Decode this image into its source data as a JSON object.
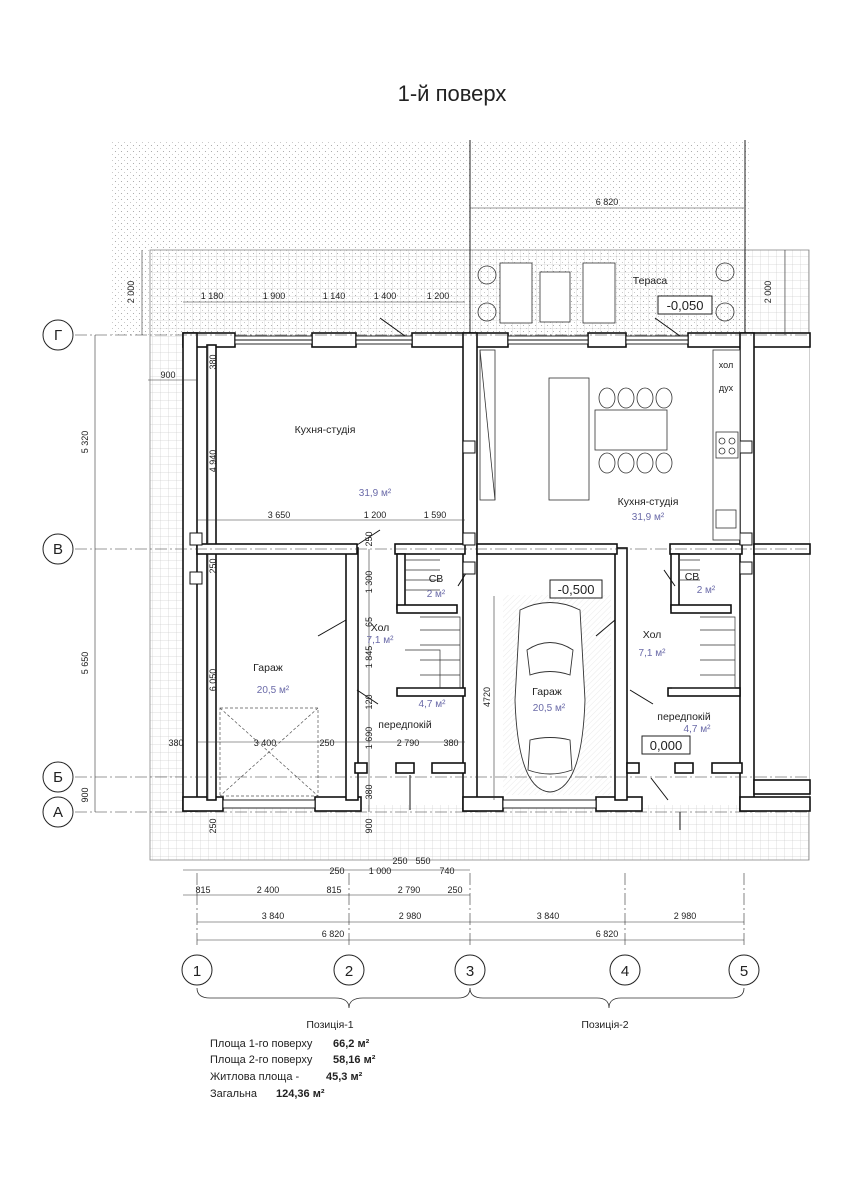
{
  "title": "1-й поверх",
  "levels": {
    "terrace": "-0,050",
    "garage": "-0,500",
    "ground": "0,000"
  },
  "rooms": {
    "terasa": "Тераса",
    "kitchen_left": "Кухня-студія",
    "kitchen_left_area": "31,9 м²",
    "kitchen_right": "Кухня-студія",
    "kitchen_right_area": "31,9 м²",
    "garage_left": "Гараж",
    "garage_left_area": "20,5 м²",
    "garage_right": "Гараж",
    "garage_right_area": "20,5 м²",
    "hall_left": "Хол",
    "hall_left_area": "7,1 м²",
    "hall_right": "Хол",
    "hall_right_area": "7,1 м²",
    "wc_left": "СВ",
    "wc_left_area": "2 м²",
    "wc_right": "СВ",
    "wc_right_area": "2 м²",
    "vestibule_left": "передпокій",
    "vestibule_left_area": "4,7 м²",
    "vestibule_right": "передпокій",
    "vestibule_right_area": "4,7 м²",
    "fridge_1": "хол",
    "fridge_2": "дух"
  },
  "axes_rows": [
    "Г",
    "В",
    "Б",
    "А"
  ],
  "axes_cols": [
    "1",
    "2",
    "3",
    "4",
    "5"
  ],
  "positions": [
    "Позиція-1",
    "Позиція-2"
  ],
  "dims": {
    "top_total": "6 820",
    "top_chain": [
      "1 180",
      "1 900",
      "1 140",
      "1 400",
      "1 200"
    ],
    "terrace_left": "2 000",
    "terrace_right": "2 000",
    "left_chain": [
      "5 320",
      "5 650",
      "900"
    ],
    "d900_left": "900",
    "d380_a": "380",
    "d4940": "4 940",
    "d3650": "3 650",
    "d1200": "1 200",
    "d1590": "1 590",
    "d250_a": "250",
    "d250_b": "250",
    "d1300": "1 300",
    "d65": "65",
    "d1845": "1 845",
    "d120": "120",
    "d1690": "1 690",
    "d6050": "6 050",
    "d380_b": "380",
    "d3400": "3 400",
    "d250_c": "250",
    "d2790_a": "2 790",
    "d380_c": "380",
    "d380_d": "380",
    "d4720": "4720",
    "d250_d": "250",
    "d900_b": "900",
    "d250_e": "250",
    "d250_f": "250",
    "d550": "550",
    "d1000": "1 000",
    "d740": "740",
    "bot1": [
      "815",
      "2 400",
      "815",
      "2 790",
      "250"
    ],
    "bot2": [
      "3 840",
      "2 980",
      "3 840",
      "2 980"
    ],
    "bot_total_l": "6 820",
    "bot_total_r": "6 820"
  },
  "summary": [
    {
      "label": "Площа 1-го поверху",
      "value": "66,2 м²"
    },
    {
      "label": "Площа 2-го поверху",
      "value": "58,16 м²"
    },
    {
      "label": "Житлова площа -",
      "value": "45,3 м²"
    },
    {
      "label": "Загальна",
      "value": "124,36 м²"
    }
  ]
}
